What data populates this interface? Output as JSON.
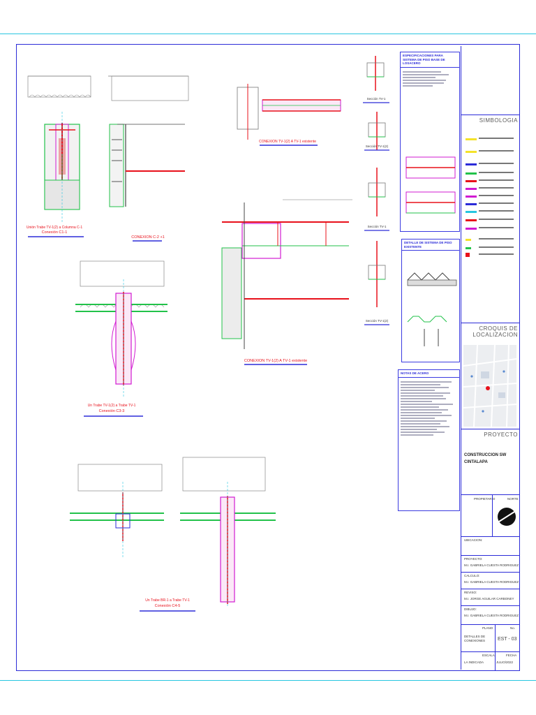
{
  "title_block": {
    "simbologia_heading": "SIMBOLOGIA",
    "croquis_heading": "CROQUIS DE LOCALIZACION",
    "proyecto_heading": "PROYECTO",
    "project_name_line1": "CONSTRUCCION SW",
    "project_name_line2": "CINTALAPA",
    "propietario_label": "PROPIETARIO",
    "norte_label": "NORTE",
    "ubicacion_label": "UBICACION:",
    "proyecto_label": "PROYECTO:",
    "proyecto_value": "M.I. GABRIELA CUESTA RODRIGUEZ",
    "calculo_label": "CALCULO:",
    "calculo_value": "M.I. GABRIELA CUESTA RODRIGUEZ",
    "reviso_label": "REVISO:",
    "reviso_value": "M.I. JORGE AGUILAR CARBONEY",
    "dibujo_label": "DIBUJO:",
    "dibujo_value": "M.I. GABRIELA CUESTA RODRIGUEZ",
    "plano_label": "PLANO",
    "no_label": "No.",
    "plano_value": "DETALLES DE CONEXIONES",
    "sheet_number": "EST - 03",
    "escala_label": "ESCALA",
    "escala_value": "LA INDICADA",
    "fecha_label": "FECHA",
    "fecha_value": "JULIO/2022"
  },
  "specs": {
    "top_box_title": "ESPECIFICACIONES PARA SISTEMA DE PISO BASE DE LOSACERO",
    "mid_box_title": "DETALLE DE SISTEMA DE PISO EXISTENTE",
    "notes_box_title": "NOTAS DE ACERO"
  },
  "details": {
    "conexion_c1": "Conexión C1-1",
    "conexion_c2": "CONEXION C-2 +1",
    "conexion_tv1_a": "CONEXION TV-1(2) A TV-1 existente",
    "conexion_tv1_b": "CONEXION TV-1(2) A TV-1 existente",
    "conexion_c3": "Conexión C3-3",
    "conexion_c4": "Conexión C4-5",
    "section_labels": [
      "Sección TV-1",
      "Sección TV-1(2)",
      "Sección TV-1",
      "Sección TV-1(2)"
    ]
  },
  "legend_colors": {
    "red": "#e8101a",
    "green": "#22c24a",
    "magenta": "#d11ad1",
    "blue": "#2b2bd8",
    "cyan": "#27c6e0",
    "yellow": "#f4e22a"
  }
}
